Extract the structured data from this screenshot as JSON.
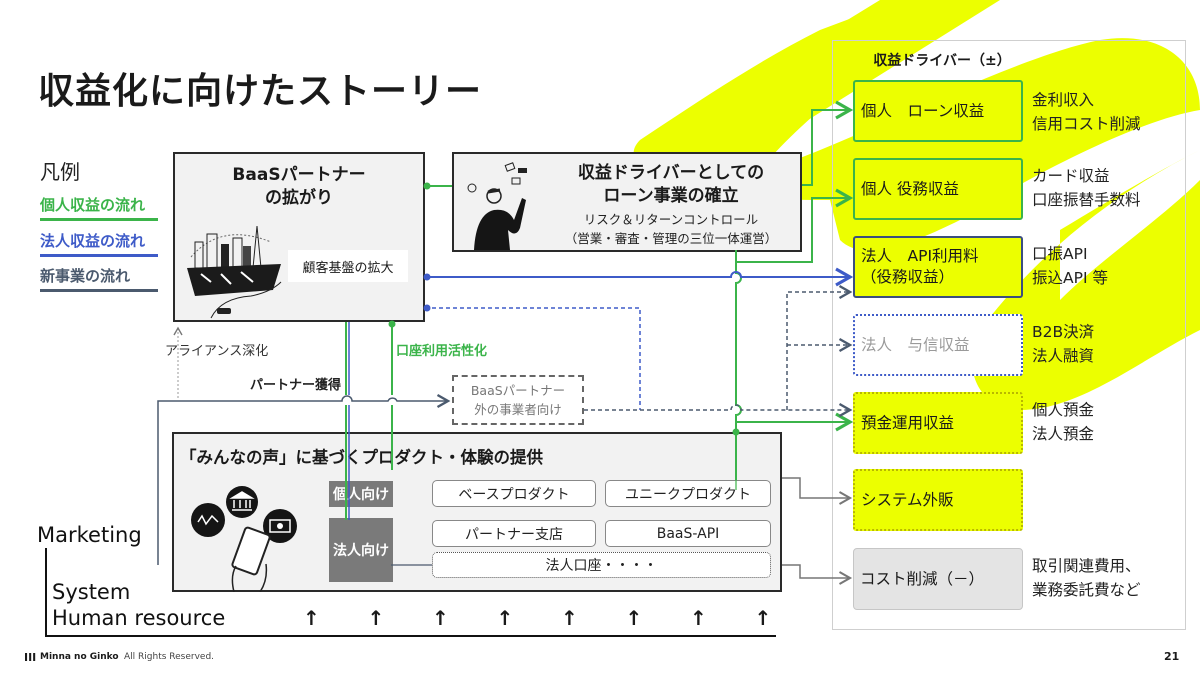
{
  "page": {
    "title": "収益化に向けたストーリー",
    "page_number": "21"
  },
  "legend": {
    "title": "凡例",
    "items": [
      {
        "label": "個人収益の流れ",
        "color": "#3bb44a"
      },
      {
        "label": "法人収益の流れ",
        "color": "#3e5bc8"
      },
      {
        "label": "新事業の流れ",
        "color": "#4b5a6e"
      }
    ]
  },
  "baas": {
    "title_line1": "BaaSパートナー",
    "title_line2": "の拡がり",
    "chip": "顧客基盤の拡大"
  },
  "loan": {
    "title_line1": "収益ドライバーとしての",
    "title_line2": "ローン事業の確立",
    "sub_line1": "リスク＆リターンコントロール",
    "sub_line2": "（営業・審査・管理の三位一体運営）"
  },
  "flow_labels": {
    "alliance": "アライアンス深化",
    "partner_acquisition": "パートナー獲得",
    "account_activation": "口座利用活性化"
  },
  "outside": {
    "line1": "BaaSパートナー",
    "line2": "外の事業者向け"
  },
  "voice": {
    "title": "「みんなの声」に基づくプロダクト・体験の提供",
    "segments": {
      "personal": "個人向け",
      "corporate": "法人向け"
    },
    "products": {
      "base": "ベースプロダクト",
      "unique": "ユニークプロダクト",
      "branch": "パートナー支店",
      "api": "BaaS-API",
      "corp_account": "法人口座・・・・"
    }
  },
  "foundation": {
    "marketing": "Marketing",
    "system": "System",
    "human": "Human resource",
    "arrow": "↑",
    "arrow_count": 8
  },
  "drivers": {
    "title": "収益ドライバー（±）",
    "items": [
      {
        "label": "個人　ローン収益",
        "desc1": "金利収入",
        "desc2": "信用コスト削減"
      },
      {
        "label": "個人 役務収益",
        "desc1": "カード収益",
        "desc2": "口座振替手数料"
      },
      {
        "label1": "法人　API利用料",
        "label2": "（役務収益）",
        "desc1": "口振API",
        "desc2": "振込API 等"
      },
      {
        "label": "法人　与信収益",
        "desc1": "B2B決済",
        "desc2": "法人融資"
      },
      {
        "label": "預金運用収益",
        "desc1": "個人預金",
        "desc2": "法人預金"
      },
      {
        "label": "システム外販"
      },
      {
        "label": "コスト削減（－）",
        "desc1": "取引関連費用、",
        "desc2": "業務委託費など"
      }
    ]
  },
  "footer": {
    "logo": "III",
    "brand": "Minna no Ginko",
    "copyright": "All Rights Reserved."
  },
  "colors": {
    "accent_yellow": "#ecff00",
    "green": "#3bb44a",
    "blue": "#3e5bc8",
    "slate": "#4b5a6e",
    "gray_flow": "#6f6f6f"
  }
}
